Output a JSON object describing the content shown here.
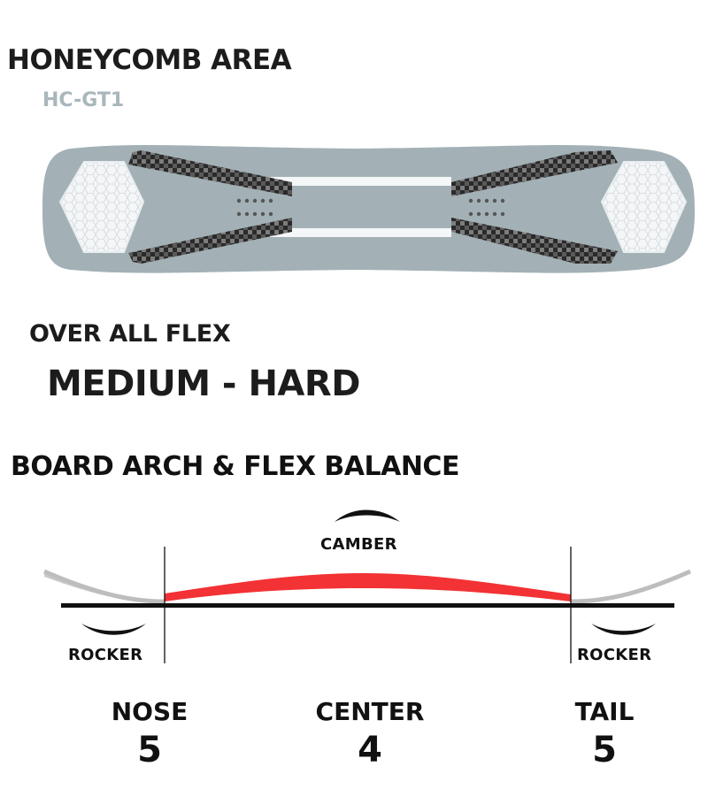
{
  "honeycomb": {
    "title": "HONEYCOMB AREA",
    "model": "HC-GT1"
  },
  "flex": {
    "label": "OVER ALL FLEX",
    "value": "MEDIUM - HARD"
  },
  "arch": {
    "title": "BOARD ARCH & FLEX BALANCE",
    "camber_label": "CAMBER",
    "rocker_left_label": "ROCKER",
    "rocker_right_label": "ROCKER"
  },
  "zones": [
    {
      "name": "NOSE",
      "value": "5"
    },
    {
      "name": "CENTER",
      "value": "4"
    },
    {
      "name": "TAIL",
      "value": "5"
    }
  ],
  "colors": {
    "board_gray": "#a3b1b6",
    "camber_red": "#f23234",
    "rocker_gray": "#c4c4c4",
    "carbon_dark": "#222222",
    "baseline": "#111111"
  }
}
